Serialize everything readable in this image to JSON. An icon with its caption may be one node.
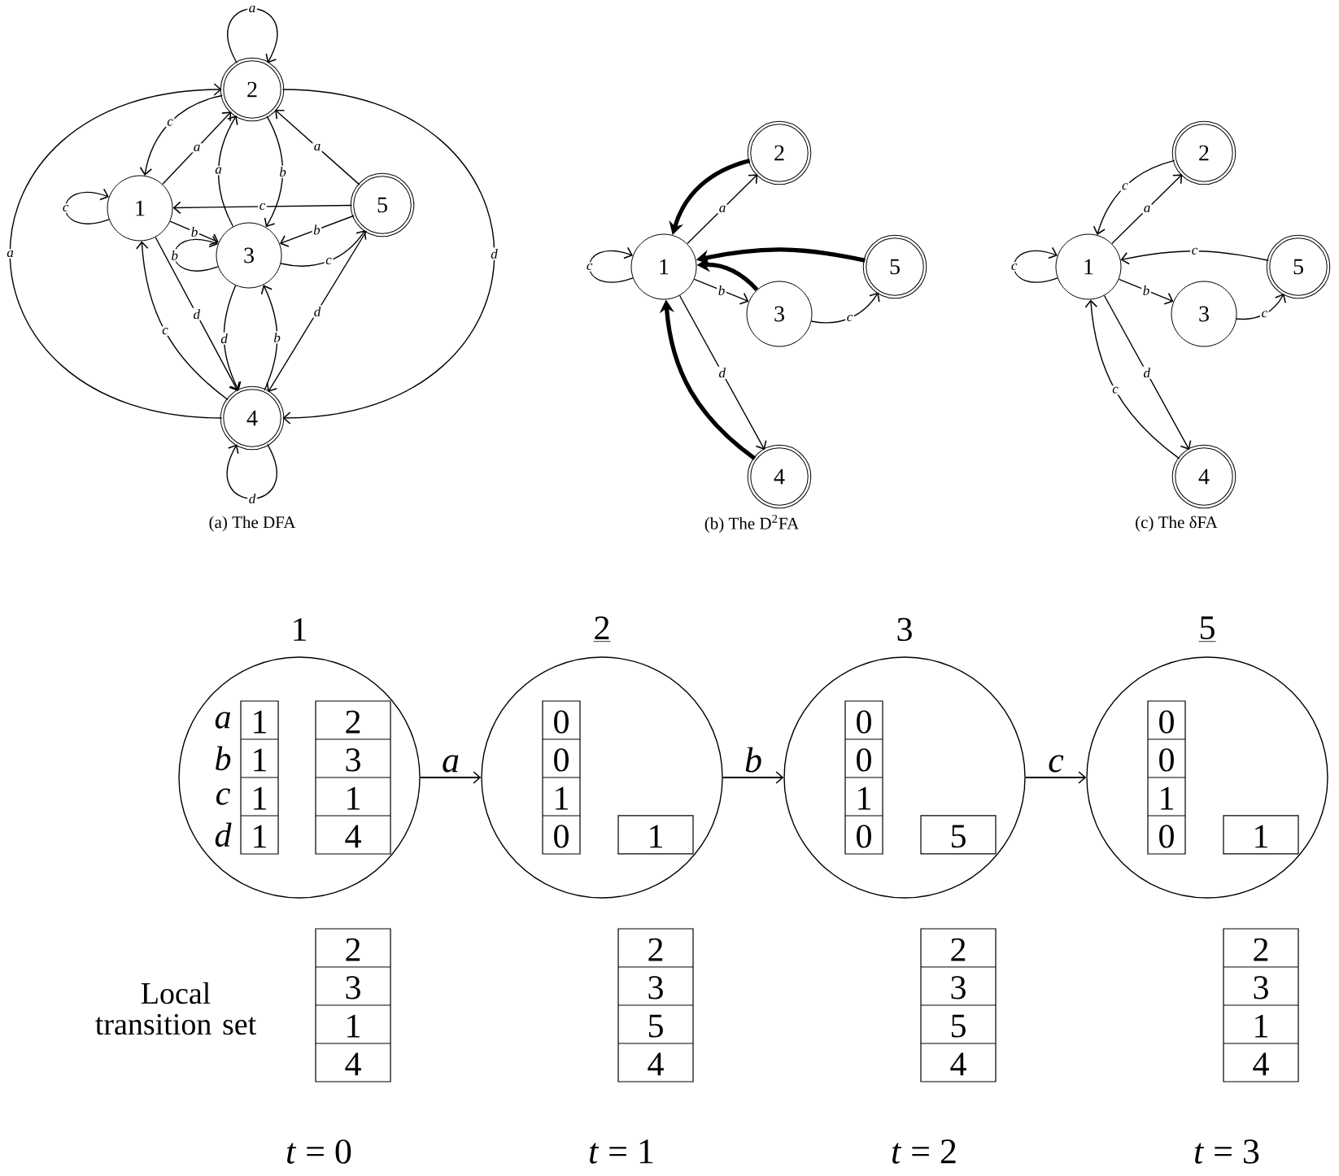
{
  "diagram": {
    "nodes": [
      {
        "text": [
          "1"
        ]
      },
      {
        "text": [
          "2"
        ]
      },
      {
        "text": [
          "3"
        ]
      },
      {
        "text": [
          "4"
        ]
      },
      {
        "text": [
          "5"
        ]
      },
      {
        "text": [
          "1"
        ]
      },
      {
        "text": [
          "2"
        ]
      },
      {
        "text": [
          "3"
        ]
      },
      {
        "text": [
          "4"
        ]
      },
      {
        "text": [
          "5"
        ]
      },
      {
        "text": [
          "1"
        ]
      },
      {
        "text": [
          "2"
        ]
      },
      {
        "text": [
          "3"
        ]
      },
      {
        "text": [
          "4"
        ]
      },
      {
        "text": [
          "5"
        ]
      },
      {
        "text": [
          "1"
        ]
      },
      {
        "text": [
          "1",
          "1",
          "1",
          "1"
        ],
        "beside": [
          "a",
          "b",
          "c",
          "d"
        ],
        "in": 15
      },
      {
        "text": [
          "2",
          "3",
          "1",
          "4"
        ],
        "in": 15
      },
      {
        "text": [
          "2"
        ]
      },
      {
        "text": [
          "0",
          "0",
          "1",
          "0"
        ],
        "in": 18
      },
      {
        "text": [
          "1"
        ],
        "in": 18
      },
      {
        "text": [
          "3"
        ]
      },
      {
        "text": [
          "0",
          "0",
          "1",
          "0"
        ],
        "in": 21
      },
      {
        "text": [
          "5"
        ],
        "in": 21
      },
      {
        "text": [
          "5"
        ]
      },
      {
        "text": [
          "0",
          "0",
          "1",
          "0"
        ],
        "in": 24
      },
      {
        "text": [
          "1"
        ],
        "in": 24
      },
      {
        "text": [
          "2",
          "3",
          "1",
          "4"
        ]
      },
      {
        "text": [
          "2",
          "3",
          "5",
          "4"
        ]
      },
      {
        "text": [
          "2",
          "3",
          "5",
          "4"
        ]
      },
      {
        "text": [
          "2",
          "3",
          "1",
          "4"
        ]
      }
    ],
    "edges": [
      {
        "from": 1,
        "to": 1,
        "arrow": "to",
        "label": "a"
      },
      {
        "from": 0,
        "to": 0,
        "arrow": "to",
        "label": "c"
      },
      {
        "from": 2,
        "to": 2,
        "arrow": "to",
        "label": "b"
      },
      {
        "from": 3,
        "to": 3,
        "arrow": "to",
        "label": "d"
      },
      {
        "from": 0,
        "to": 1,
        "arrow": "to",
        "label": "a"
      },
      {
        "from": 1,
        "to": 0,
        "arrow": "to",
        "label": "c"
      },
      {
        "from": 0,
        "to": 2,
        "arrow": "to",
        "label": "b"
      },
      {
        "from": 0,
        "to": 3,
        "arrow": "to",
        "label": "d"
      },
      {
        "from": 3,
        "to": 0,
        "arrow": "to",
        "label": "c"
      },
      {
        "from": 2,
        "to": 1,
        "arrow": "to",
        "label": "a"
      },
      {
        "from": 1,
        "to": 2,
        "arrow": "to",
        "label": "b"
      },
      {
        "from": 4,
        "to": 0,
        "arrow": "to",
        "label": "c"
      },
      {
        "from": 4,
        "to": 1,
        "arrow": "to",
        "label": "a"
      },
      {
        "from": 4,
        "to": 2,
        "arrow": "to",
        "label": "b"
      },
      {
        "from": 2,
        "to": 4,
        "arrow": "to",
        "label": "c"
      },
      {
        "from": 2,
        "to": 3,
        "arrow": "to",
        "label": "d"
      },
      {
        "from": 3,
        "to": 2,
        "arrow": "to",
        "label": "b"
      },
      {
        "from": 4,
        "to": 3,
        "arrow": "to",
        "label": "d"
      },
      {
        "from": 3,
        "to": 1,
        "arrow": "to",
        "label": "a"
      },
      {
        "from": 1,
        "to": 3,
        "arrow": "to",
        "label": "d"
      },
      {
        "from": 5,
        "to": 5,
        "arrow": "to",
        "label": "c"
      },
      {
        "from": 5,
        "to": 6,
        "arrow": "to",
        "label": "a"
      },
      {
        "from": 5,
        "to": 7,
        "arrow": "to",
        "label": "b"
      },
      {
        "from": 5,
        "to": 8,
        "arrow": "to",
        "label": "d"
      },
      {
        "from": 7,
        "to": 9,
        "arrow": "to",
        "label": "c"
      },
      {
        "from": 6,
        "to": 5,
        "arrow": "to",
        "style": "thick"
      },
      {
        "from": 9,
        "to": 5,
        "arrow": "to",
        "style": "thick"
      },
      {
        "from": 7,
        "to": 5,
        "arrow": "to",
        "style": "thick"
      },
      {
        "from": 8,
        "to": 5,
        "arrow": "to",
        "style": "thick"
      },
      {
        "from": 10,
        "to": 10,
        "arrow": "to",
        "label": "c"
      },
      {
        "from": 10,
        "to": 11,
        "arrow": "to",
        "label": "a"
      },
      {
        "from": 11,
        "to": 10,
        "arrow": "to",
        "label": "c"
      },
      {
        "from": 14,
        "to": 10,
        "arrow": "to",
        "label": "c"
      },
      {
        "from": 10,
        "to": 12,
        "arrow": "to",
        "label": "b"
      },
      {
        "from": 12,
        "to": 14,
        "arrow": "to",
        "label": "c"
      },
      {
        "from": 10,
        "to": 13,
        "arrow": "to",
        "label": "d"
      },
      {
        "from": 13,
        "to": 10,
        "arrow": "to",
        "label": "c"
      },
      {
        "from": 15,
        "to": 18,
        "arrow": "to",
        "label": "a"
      },
      {
        "from": 18,
        "to": 21,
        "arrow": "to",
        "label": "b"
      },
      {
        "from": 21,
        "to": 24,
        "arrow": "to",
        "label": "c"
      }
    ],
    "labels": [
      "(a) The DFA",
      "(b) The D$^{2}$FA",
      "(c) The δFA",
      "Local transition set",
      "*t* = 0",
      "*t* = 1",
      "*t* = 2",
      "*t* = 3"
    ]
  }
}
